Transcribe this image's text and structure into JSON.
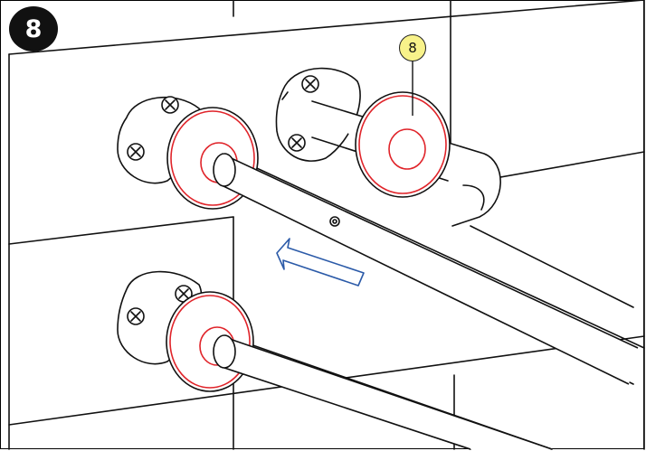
{
  "step": {
    "number": "8"
  },
  "callout": {
    "label": "8"
  },
  "colors": {
    "ring_outline": "#e0242a",
    "arrow_outline": "#2b5aa8",
    "callout_fill": "#f8f28a",
    "badge_fill": "#111111",
    "line": "#111111"
  },
  "icons": [
    "screw-icon",
    "installation-direction-arrow"
  ]
}
